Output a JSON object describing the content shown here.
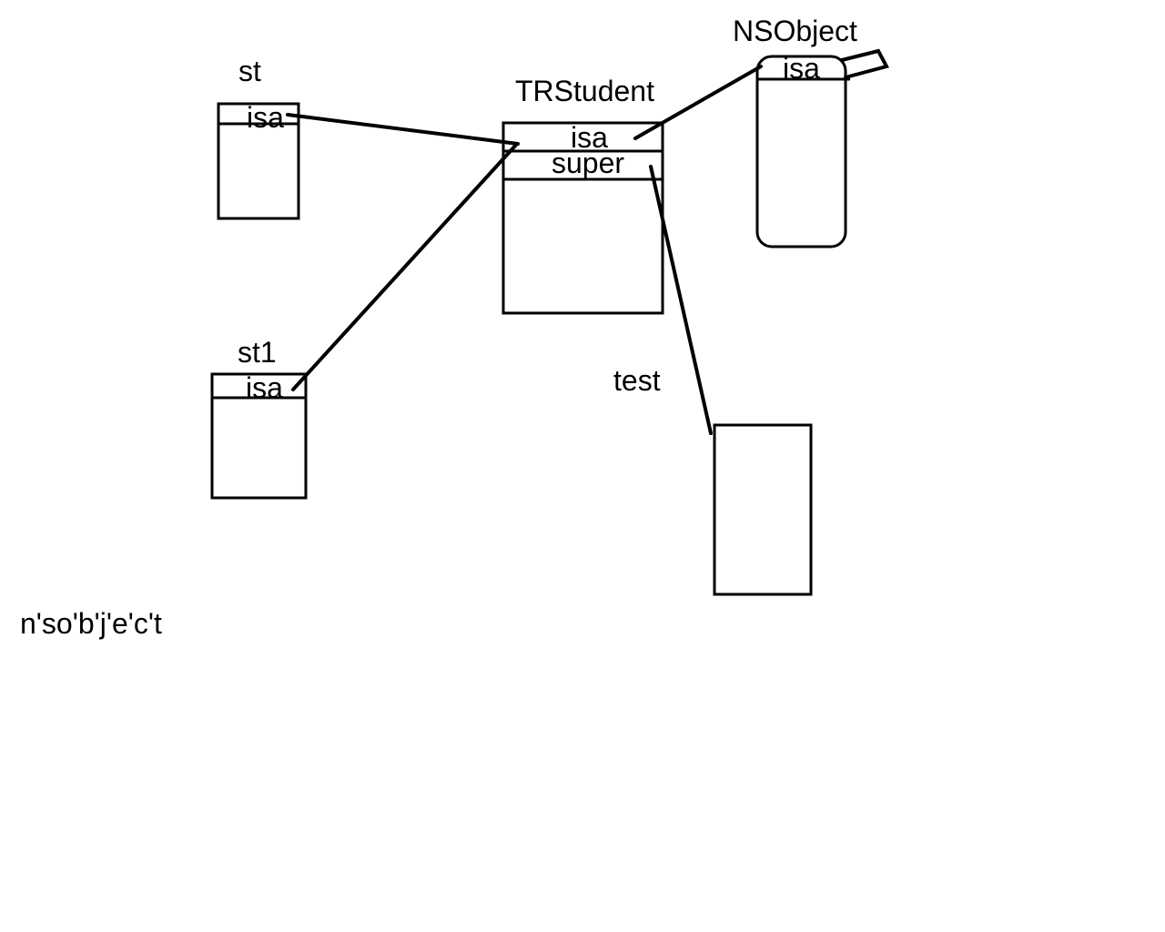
{
  "objects": {
    "st": {
      "name": "st",
      "field": "isa"
    },
    "st1": {
      "name": "st1",
      "field": "isa"
    },
    "trstudent": {
      "name": "TRStudent",
      "field_isa": "isa",
      "field_super": "super"
    },
    "nsobject": {
      "name": "NSObject",
      "field": "isa"
    },
    "test": {
      "name": "test"
    }
  },
  "footer_note": "n'so'b'j'e'c't",
  "colors": {
    "stroke": "#000000",
    "background": "#ffffff"
  }
}
